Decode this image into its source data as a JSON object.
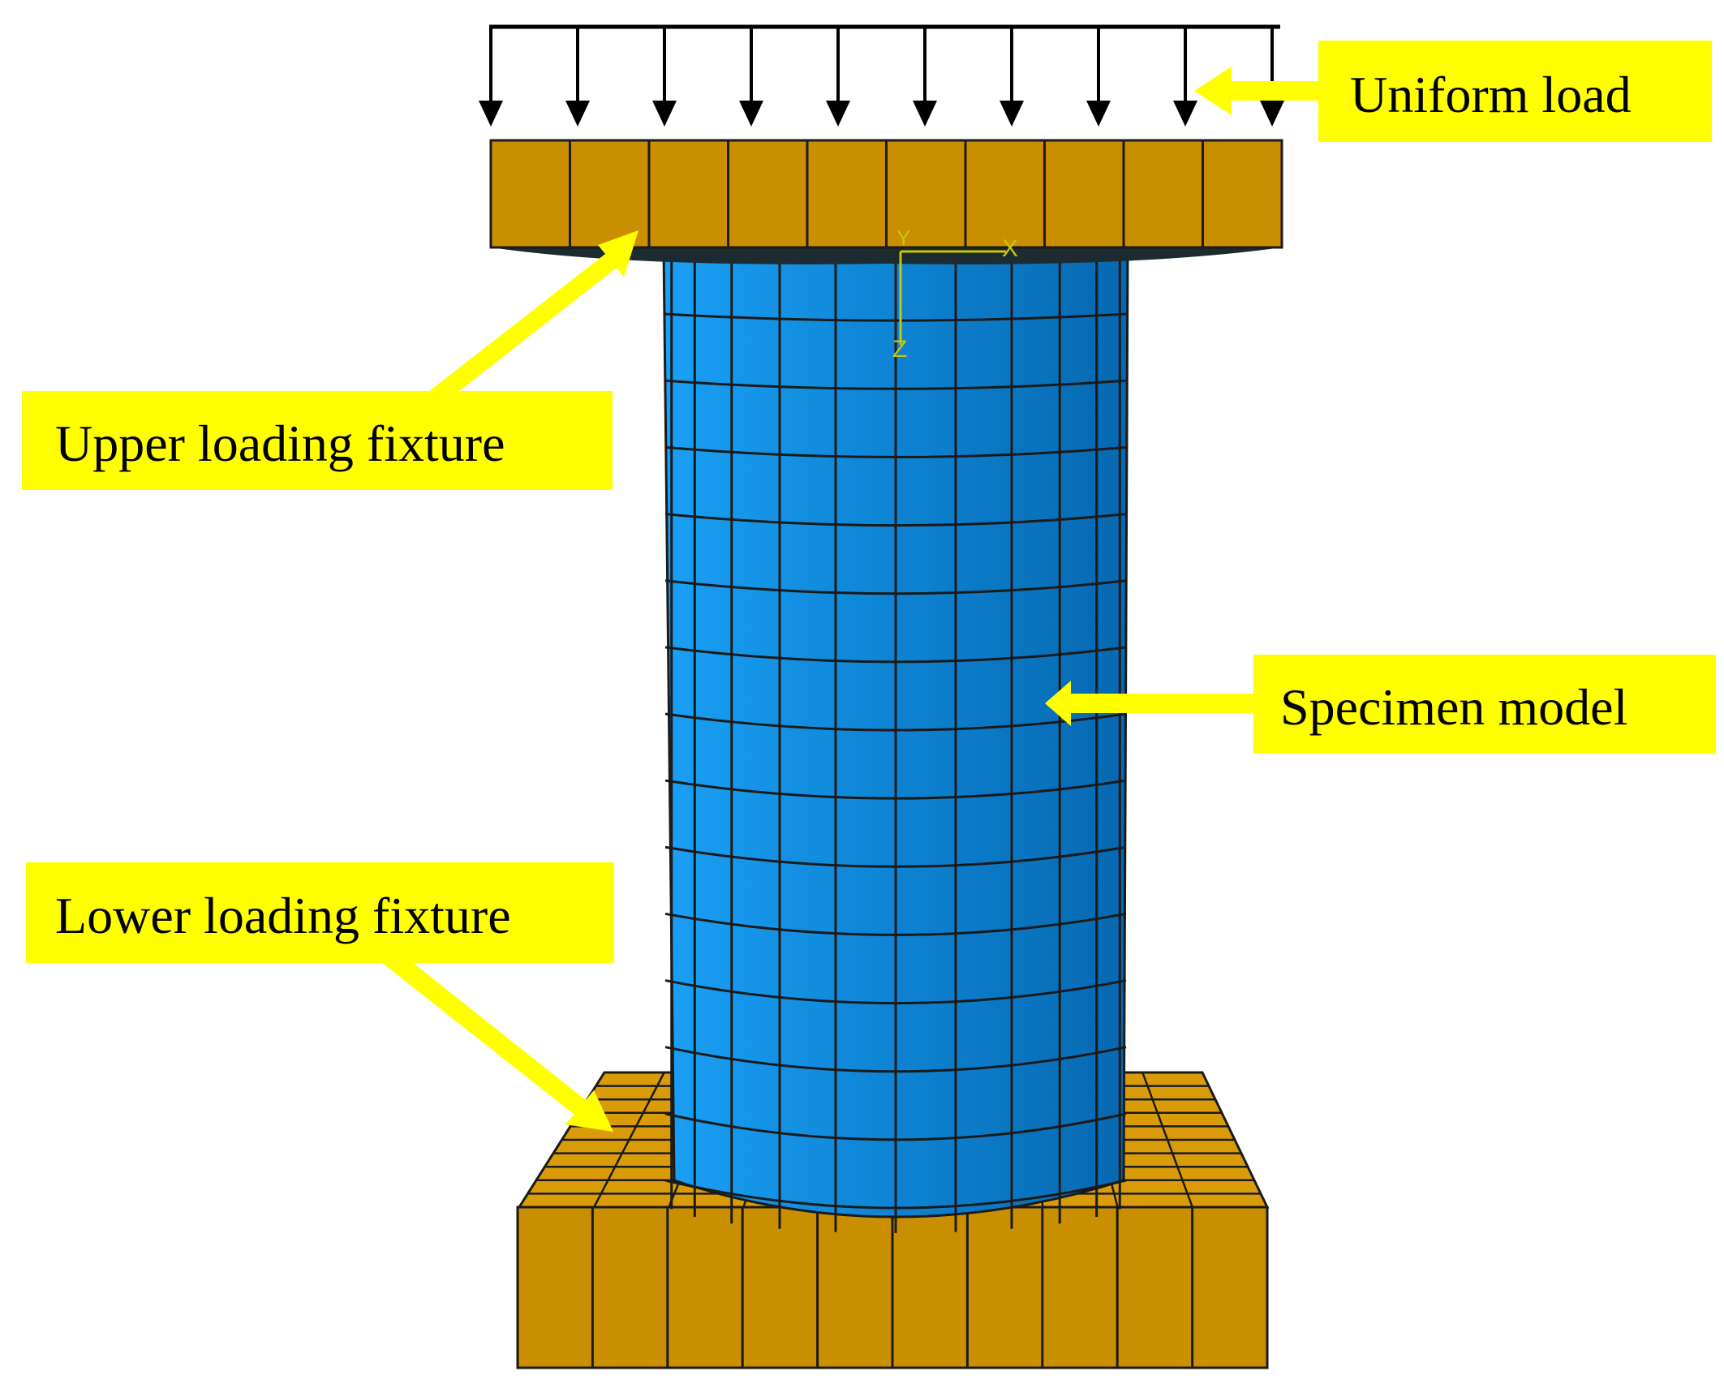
{
  "labels": {
    "uniform_load": "Uniform load",
    "upper_fixture": "Upper loading fixture",
    "specimen": "Specimen model",
    "lower_fixture": "Lower loading fixture"
  },
  "axis_triad": {
    "y": "Y",
    "x": "X",
    "z": "Z"
  },
  "mesh": {
    "upper_fixture_columns": 10,
    "specimen_rows": 14,
    "specimen_columns": 12,
    "lower_fixture_front_columns": 10,
    "load_arrow_count": 10
  },
  "colors": {
    "callout_fill": "#ffff00",
    "callout_arrow": "#ffff00",
    "fixture": "#c98f00",
    "specimen_light": "#1aa0f5",
    "specimen_dark": "#0668b0",
    "triad": "#c8c800",
    "mesh_line": "#1a1a1a"
  }
}
